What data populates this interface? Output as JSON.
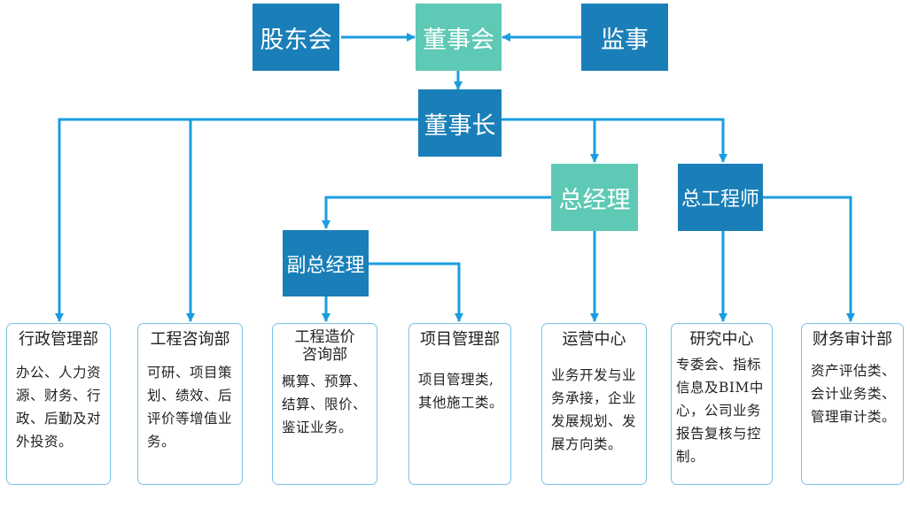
{
  "colors": {
    "primary": "#1a7fb8",
    "accent": "#5ec9b5",
    "arrow": "#1a9de0",
    "border": "#79c2e8"
  },
  "top": {
    "shareholders": "股东会",
    "board": "董事会",
    "supervisor": "监事",
    "chairman": "董事长"
  },
  "management": {
    "general_manager": "总经理",
    "chief_engineer": "总工程师",
    "deputy_gm": "副总经理"
  },
  "departments": [
    {
      "title": "行政管理部",
      "body": "办公、人力资\n源、财务、行\n政、后勤及对\n外投资。"
    },
    {
      "title": "工程咨询部",
      "body": "可研、项目策\n划、绩效、后\n评价等增值业\n务。"
    },
    {
      "title": "工程造价\n咨询部",
      "body": "概算、预算、\n结算、限价、\n鉴证业务。"
    },
    {
      "title": "项目管理部",
      "body": "项目管理类,\n其他施工类。"
    },
    {
      "title": "运营中心",
      "body": "业务开发与业\n务承接，企业\n发展规划、发\n展方向类。"
    },
    {
      "title": "研究中心",
      "body": "专委会、指标\n信息及BIM中\n心，公司业务\n报告复核与控\n制。"
    },
    {
      "title": "财务审计部",
      "body": "资产评估类、\n会计业务类、\n管理审计类。"
    }
  ]
}
